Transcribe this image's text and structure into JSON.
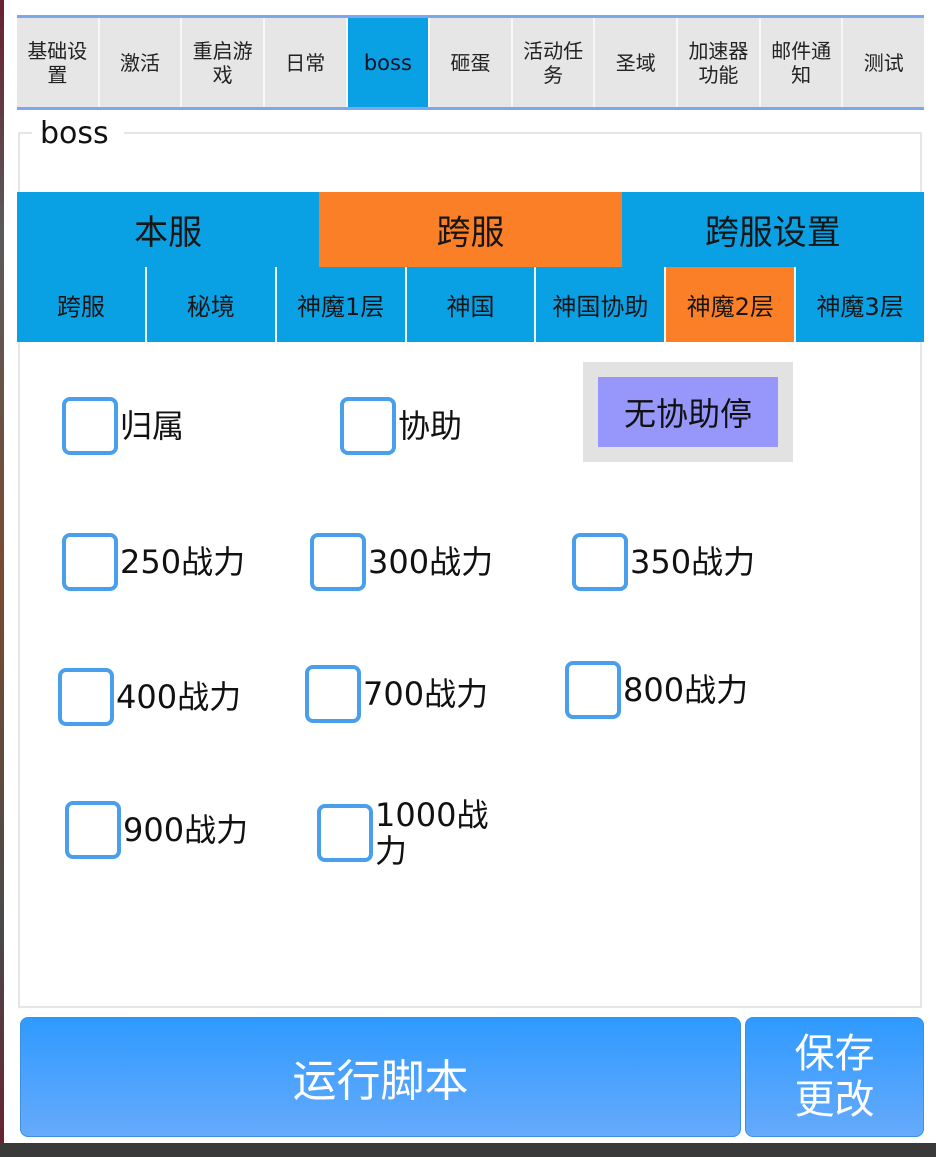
{
  "top_tabs": [
    {
      "label": "基础设置",
      "active": false
    },
    {
      "label": "激活",
      "active": false
    },
    {
      "label": "重启游戏",
      "active": false
    },
    {
      "label": "日常",
      "active": false
    },
    {
      "label": "boss",
      "active": true
    },
    {
      "label": "砸蛋",
      "active": false
    },
    {
      "label": "活动任务",
      "active": false
    },
    {
      "label": "圣域",
      "active": false
    },
    {
      "label": "加速器功能",
      "active": false
    },
    {
      "label": "邮件通知",
      "active": false
    },
    {
      "label": "测试",
      "active": false
    }
  ],
  "group": {
    "title": "boss"
  },
  "server_tabs": [
    {
      "label": "本服",
      "active": false
    },
    {
      "label": "跨服",
      "active": true
    },
    {
      "label": "跨服设置",
      "active": false
    }
  ],
  "sub_tabs": [
    {
      "label": "跨服",
      "active": false
    },
    {
      "label": "秘境",
      "active": false
    },
    {
      "label": "神魔1层",
      "active": false
    },
    {
      "label": "神国",
      "active": false
    },
    {
      "label": "神国协助",
      "active": false
    },
    {
      "label": "神魔2层",
      "active": true
    },
    {
      "label": "神魔3层",
      "active": false
    }
  ],
  "options": {
    "ownership": {
      "label": "归属",
      "checked": false
    },
    "assist": {
      "label": "协助",
      "checked": false
    },
    "no_assist_stop": {
      "label": "无协助停"
    },
    "power": [
      {
        "label": "250战力",
        "checked": false
      },
      {
        "label": "300战力",
        "checked": false
      },
      {
        "label": "350战力",
        "checked": false
      },
      {
        "label": "400战力",
        "checked": false
      },
      {
        "label": "700战力",
        "checked": false
      },
      {
        "label": "800战力",
        "checked": false
      },
      {
        "label": "900战力",
        "checked": false
      },
      {
        "label": "1000战力",
        "checked": false
      }
    ]
  },
  "footer": {
    "run_label": "运行脚本",
    "save_label": "保存更改"
  },
  "colors": {
    "tab_active": "#0aa0e4",
    "server_active": "#fb7f27",
    "checkbox_border": "#4a9fec",
    "no_assist_button": "#9797fb",
    "primary_button": "#2f9afe"
  }
}
